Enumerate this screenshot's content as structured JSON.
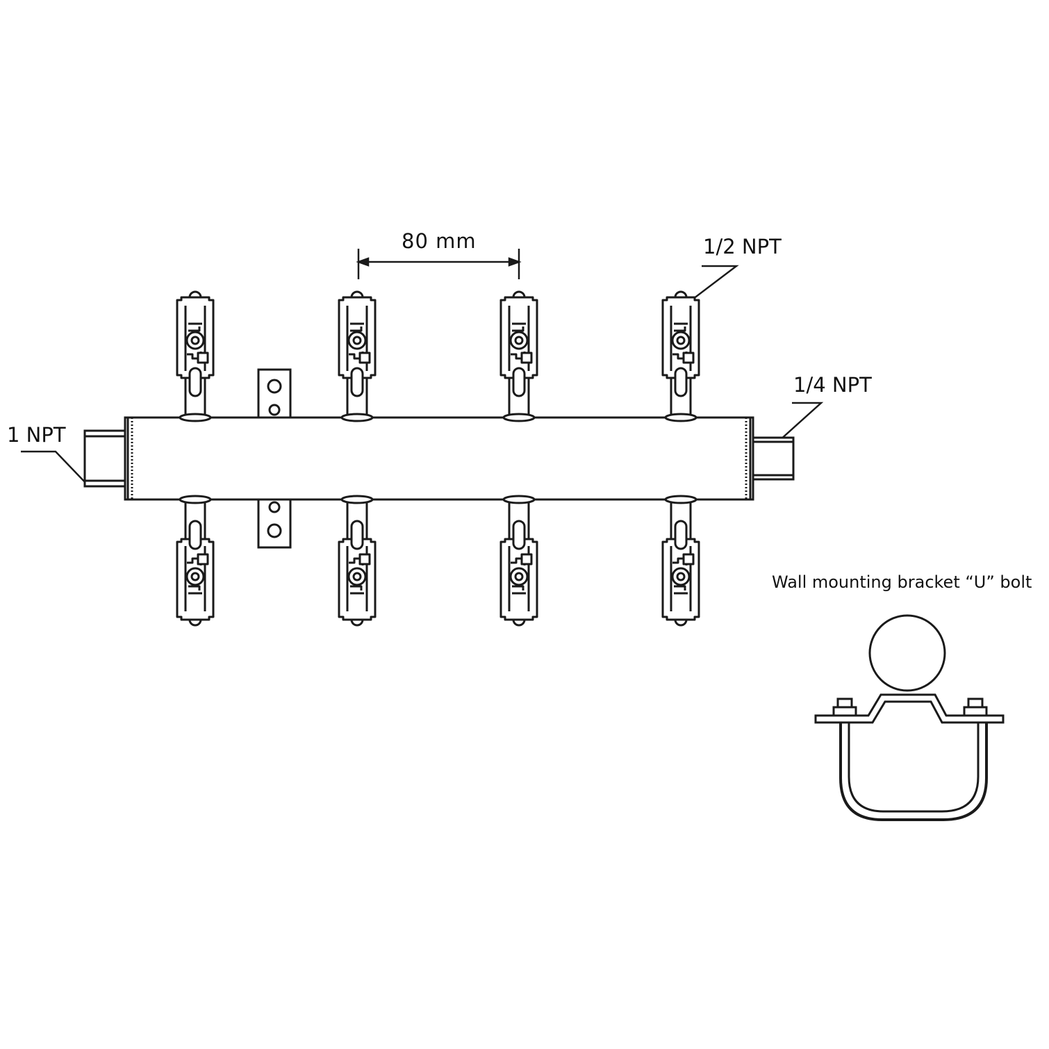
{
  "labels": {
    "spacing": "80 mm",
    "outlet_port": "1/2 NPT",
    "end_port": "1/4 NPT",
    "inlet_port": "1 NPT",
    "bracket_title": "Wall mounting bracket “U” bolt"
  },
  "manifold": {
    "valves_top": 4,
    "valves_bottom": 4,
    "valve_spacing_mm": 80
  },
  "colors": {
    "line": "#1a1a1a",
    "background": "#ffffff"
  }
}
